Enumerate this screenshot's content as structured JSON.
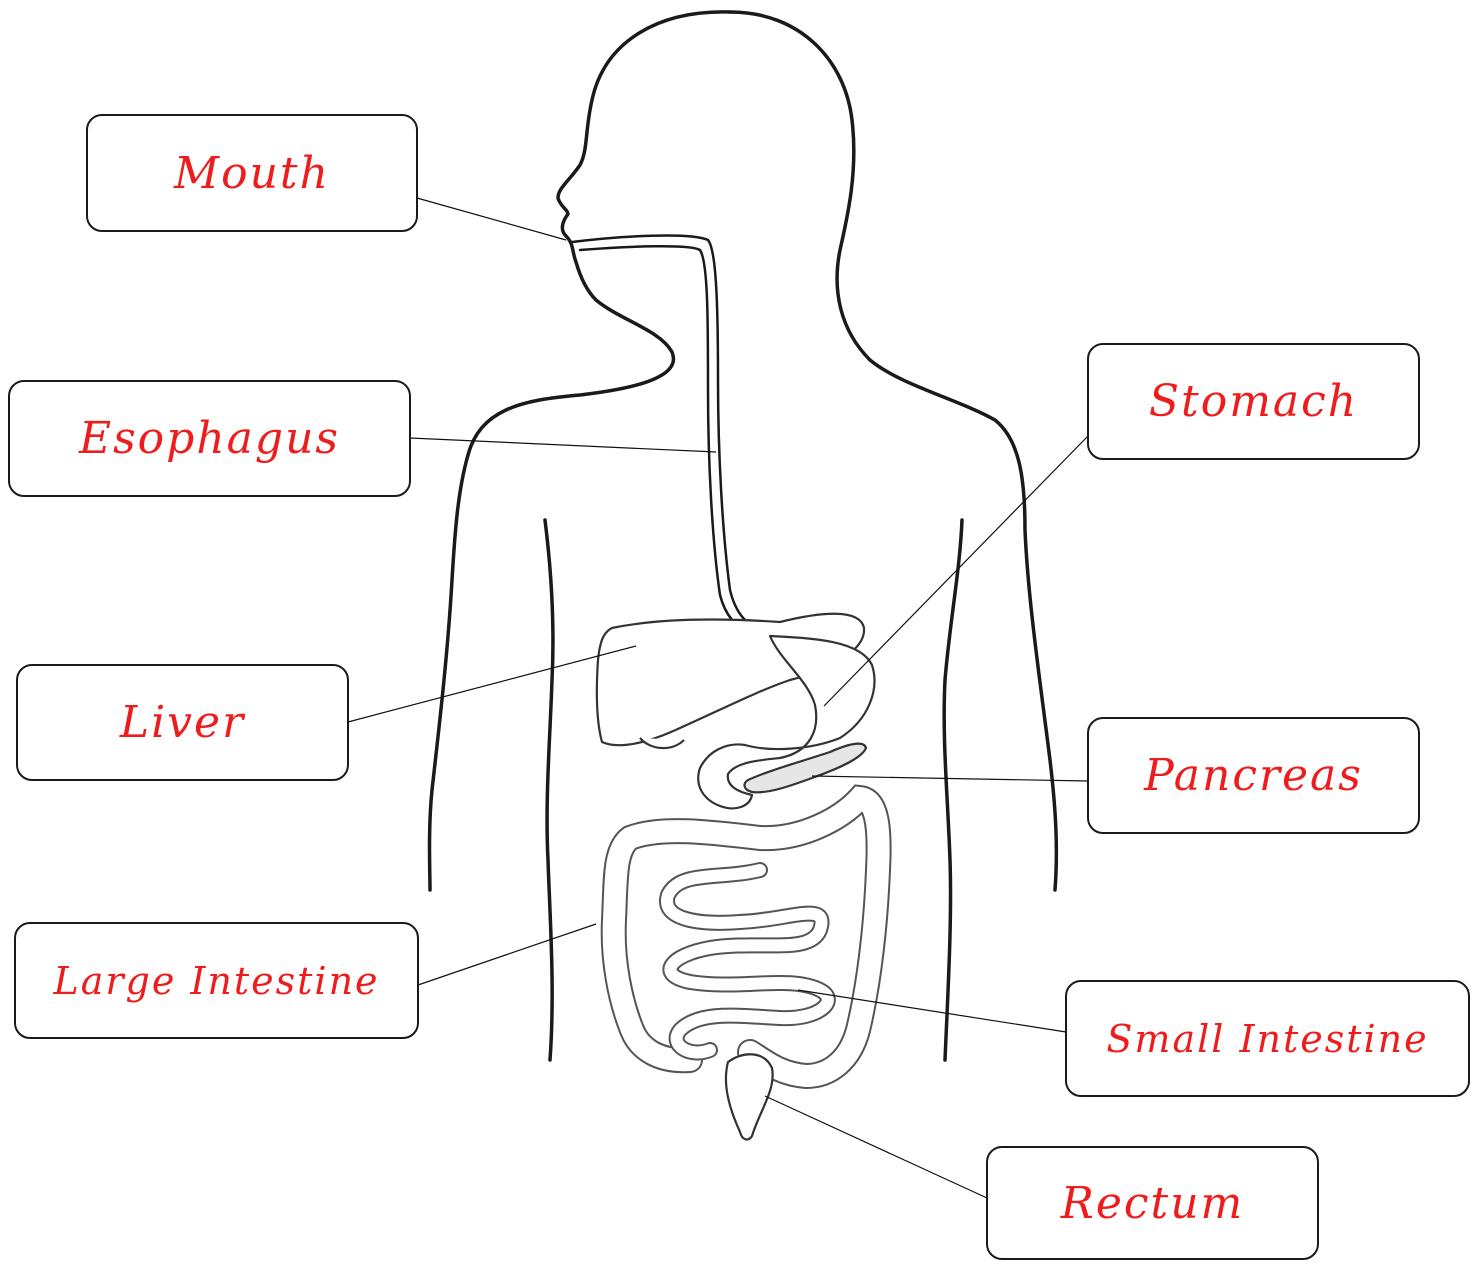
{
  "labels": {
    "mouth": "Mouth",
    "esophagus": "Esophagus",
    "liver": "Liver",
    "large_intestine": "Large Intestine",
    "stomach": "Stomach",
    "pancreas": "Pancreas",
    "small_intestine": "Small Intestine",
    "rectum": "Rectum"
  },
  "colors": {
    "label_text": "#ee1c1c",
    "box_border": "#1a1a1a",
    "body_outline": "#1a1a1a"
  }
}
